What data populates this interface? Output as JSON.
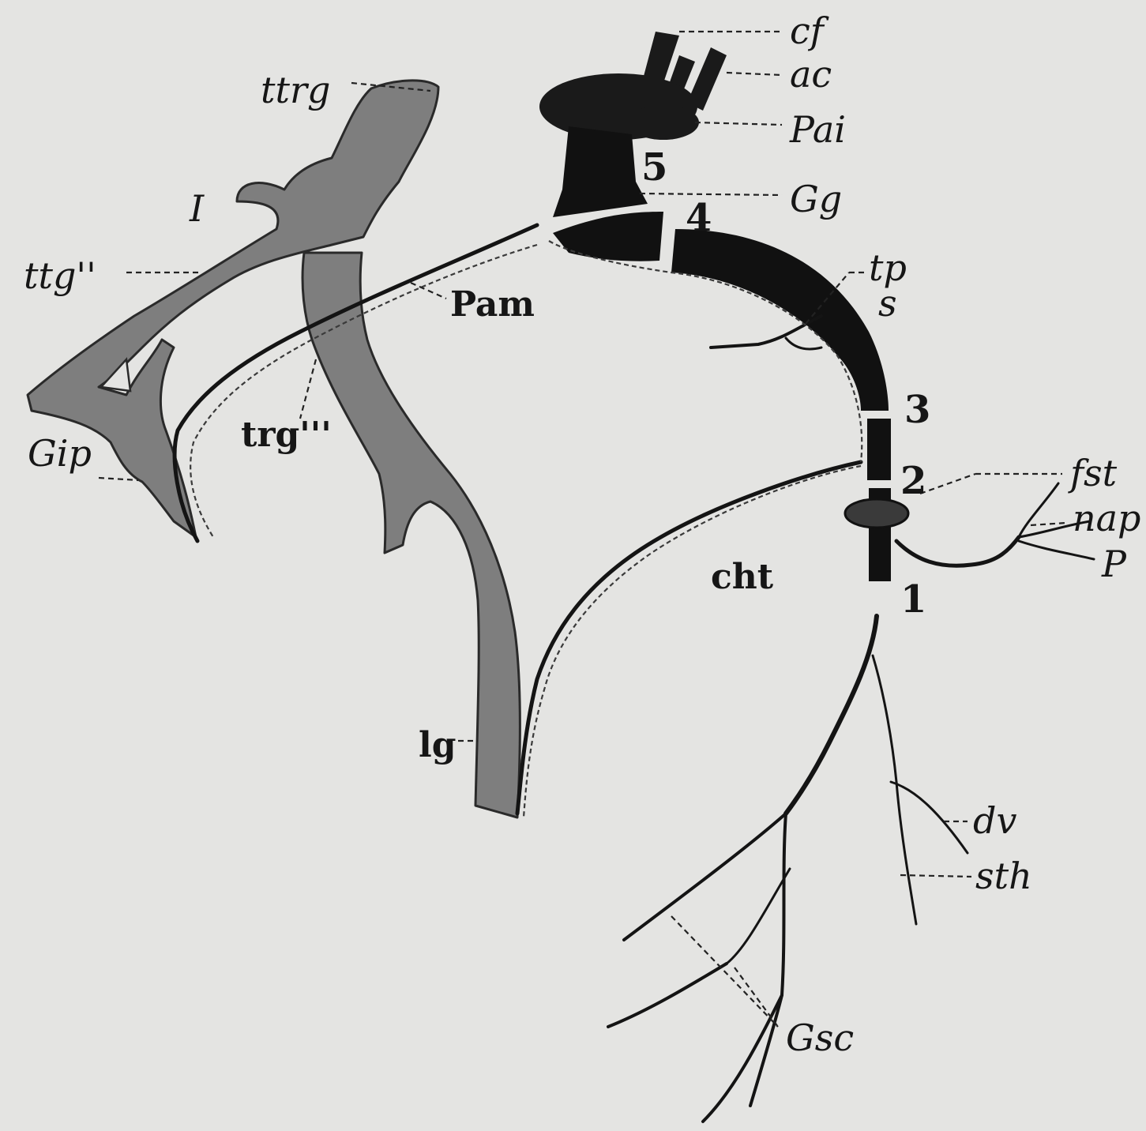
{
  "labels": {
    "cf": "cf",
    "ac": "ac",
    "Pai": "Pai",
    "Gg": "Gg",
    "ttrg": "ttrg",
    "I": "I",
    "ttg": "ttg''",
    "Pam": "Pam",
    "tp": "tp",
    "s": "s",
    "Gip": "Gip",
    "trg": "trg'''",
    "cht": "cht",
    "fst": "fst",
    "nap": "nap",
    "P": "P",
    "lg": "lg",
    "dv": "dv",
    "sth": "sth",
    "Gsc": "Gsc"
  },
  "segment_numbers": {
    "n1": "1",
    "n2": "2",
    "n3": "3",
    "n4": "4",
    "n5": "5"
  },
  "colors": {
    "background": "#e4e4e2",
    "nerve": "#141414",
    "vein": "#7e7e7e"
  }
}
